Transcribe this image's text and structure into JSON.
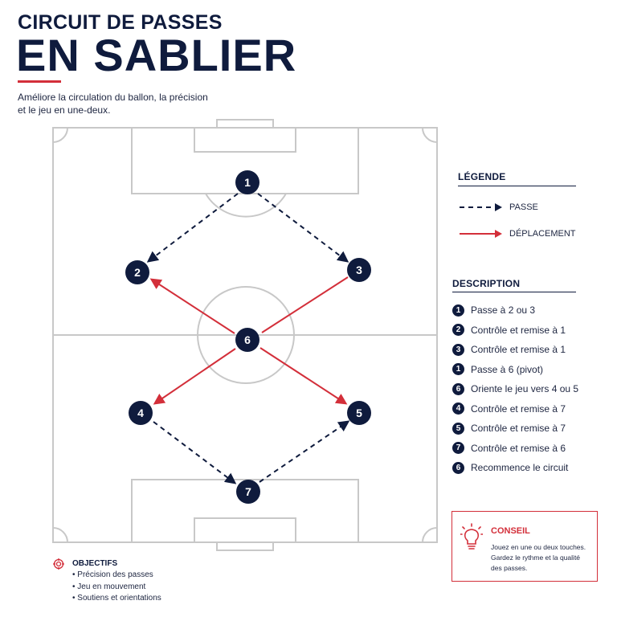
{
  "header": {
    "title_line1": "CIRCUIT DE PASSES",
    "title_line2": "EN SABLIER",
    "subtitle_line1": "Améliore la circulation du ballon, la précision",
    "subtitle_line2": "et le jeu en une-deux."
  },
  "colors": {
    "navy": "#0f1b3d",
    "red": "#d32f3a",
    "pitch_line": "#c8c8c8"
  },
  "diagram": {
    "players": [
      {
        "label": "1"
      },
      {
        "label": "2"
      },
      {
        "label": "3"
      },
      {
        "label": "6"
      },
      {
        "label": "4"
      },
      {
        "label": "5"
      },
      {
        "label": "7"
      }
    ],
    "passes": [
      {
        "from": "1",
        "to": "2",
        "kind": "passe"
      },
      {
        "from": "1",
        "to": "3",
        "kind": "passe"
      },
      {
        "from": "4",
        "to": "7",
        "kind": "passe"
      },
      {
        "from": "7",
        "to": "5",
        "kind": "passe"
      }
    ],
    "moves": [
      {
        "from": "6",
        "to": "2",
        "kind": "deplacement"
      },
      {
        "from": "3",
        "to": "6",
        "kind": "deplacement"
      },
      {
        "from": "6",
        "to": "4",
        "kind": "deplacement"
      },
      {
        "from": "6",
        "to": "5",
        "kind": "deplacement"
      }
    ]
  },
  "legend": {
    "title": "LÉGENDE",
    "items": [
      {
        "label": "PASSE",
        "style": "dashed-navy-arrow"
      },
      {
        "label": "DÉPLACEMENT",
        "style": "solid-red-arrow"
      }
    ]
  },
  "description": {
    "title": "DESCRIPTION",
    "items": [
      {
        "num": "1",
        "text": "Passe à 2 ou 3"
      },
      {
        "num": "2",
        "text": "Contrôle et remise à 1"
      },
      {
        "num": "3",
        "text": "Contrôle et remise à 1"
      },
      {
        "num": "1",
        "text": "Passe à 6 (pivot)"
      },
      {
        "num": "6",
        "text": "Oriente le jeu vers 4 ou 5"
      },
      {
        "num": "4",
        "text": "Contrôle et remise à 7"
      },
      {
        "num": "5",
        "text": "Contrôle et remise à 7"
      },
      {
        "num": "7",
        "text": "Contrôle et remise à 6"
      },
      {
        "num": "6",
        "text": "Recommence le circuit"
      }
    ]
  },
  "conseil": {
    "title": "CONSEIL",
    "icon": "lightbulb-icon",
    "line1": "Jouez en une ou deux touches.",
    "line2": "Gardez le rythme et la qualité",
    "line3": "des passes."
  },
  "objectifs": {
    "title": "OBJECTIFS",
    "icon": "target-icon",
    "items": [
      "Précision des passes",
      "Jeu en mouvement",
      "Soutiens et orientations"
    ]
  }
}
